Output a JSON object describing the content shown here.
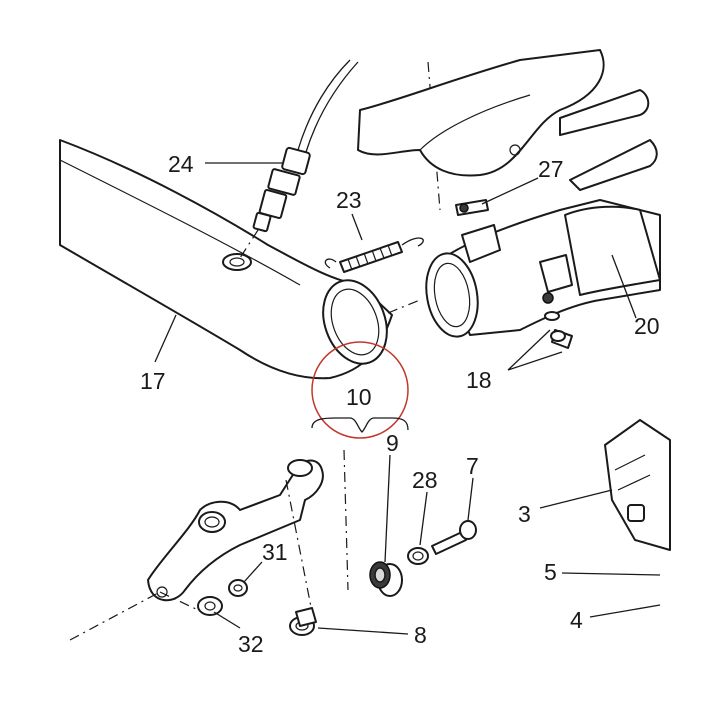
{
  "highlight_color": "#c0392b",
  "callouts": [
    {
      "id": "p24",
      "text": "24"
    },
    {
      "id": "p23",
      "text": "23"
    },
    {
      "id": "p27",
      "text": "27"
    },
    {
      "id": "p20",
      "text": "20"
    },
    {
      "id": "p17",
      "text": "17"
    },
    {
      "id": "p10",
      "text": "10"
    },
    {
      "id": "p18",
      "text": "18"
    },
    {
      "id": "p9",
      "text": "9"
    },
    {
      "id": "p28",
      "text": "28"
    },
    {
      "id": "p7",
      "text": "7"
    },
    {
      "id": "p3",
      "text": "3"
    },
    {
      "id": "p31",
      "text": "31"
    },
    {
      "id": "p5",
      "text": "5"
    },
    {
      "id": "p4",
      "text": "4"
    },
    {
      "id": "p32",
      "text": "32"
    },
    {
      "id": "p8",
      "text": "8"
    }
  ]
}
